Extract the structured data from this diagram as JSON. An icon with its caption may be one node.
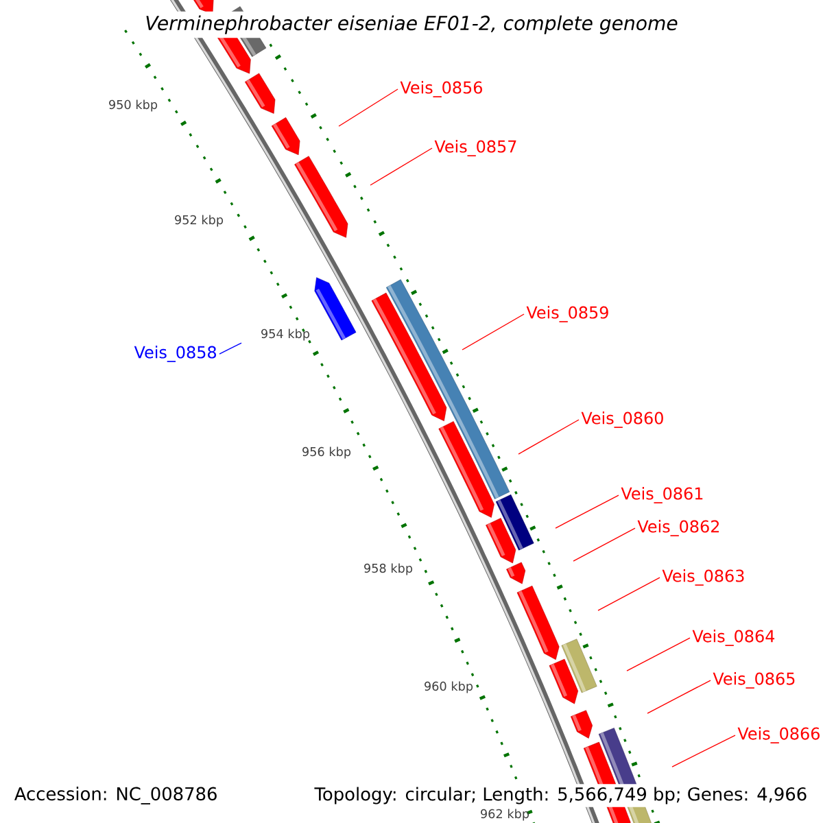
{
  "diagram": {
    "title": "Verminephrobacter eiseniae EF01-2, complete genome",
    "nodes": [
      {
        "text": [
          "Veis_0856"
        ]
      },
      {
        "text": [
          "Veis_0857"
        ]
      },
      {
        "text": [
          "Veis_0859"
        ]
      },
      {
        "text": [
          "Veis_0858"
        ]
      },
      {
        "text": [
          "Veis_0860"
        ]
      },
      {
        "text": [
          "Veis_0861"
        ]
      },
      {
        "text": [
          "Veis_0862"
        ]
      },
      {
        "text": [
          "Veis_0863"
        ]
      },
      {
        "text": [
          "Veis_0864"
        ]
      },
      {
        "text": [
          "Veis_0865"
        ]
      },
      {
        "text": [
          "Veis_0866"
        ]
      }
    ],
    "edges": [
      {
        "from": 0,
        "to": null,
        "arrow": "none"
      },
      {
        "from": 1,
        "to": null,
        "arrow": "none"
      },
      {
        "from": 2,
        "to": null,
        "arrow": "none"
      },
      {
        "from": 3,
        "to": null,
        "arrow": "none",
        "color": "#0000ff"
      },
      {
        "from": 4,
        "to": null,
        "arrow": "none"
      },
      {
        "from": 5,
        "to": null,
        "arrow": "none"
      },
      {
        "from": 6,
        "to": null,
        "arrow": "none"
      },
      {
        "from": 7,
        "to": null,
        "arrow": "none"
      },
      {
        "from": 8,
        "to": null,
        "arrow": "none"
      },
      {
        "from": 9,
        "to": null,
        "arrow": "none"
      },
      {
        "from": 10,
        "to": null,
        "arrow": "none"
      }
    ],
    "labels": [
      "950 kbp",
      "952 kbp",
      "954 kbp",
      "956 kbp",
      "958 kbp",
      "960 kbp",
      "962 kbp",
      "Accession: NC_008786",
      "Topology: circular; Length: 5,566,749 bp; Genes: 4,966"
    ]
  }
}
